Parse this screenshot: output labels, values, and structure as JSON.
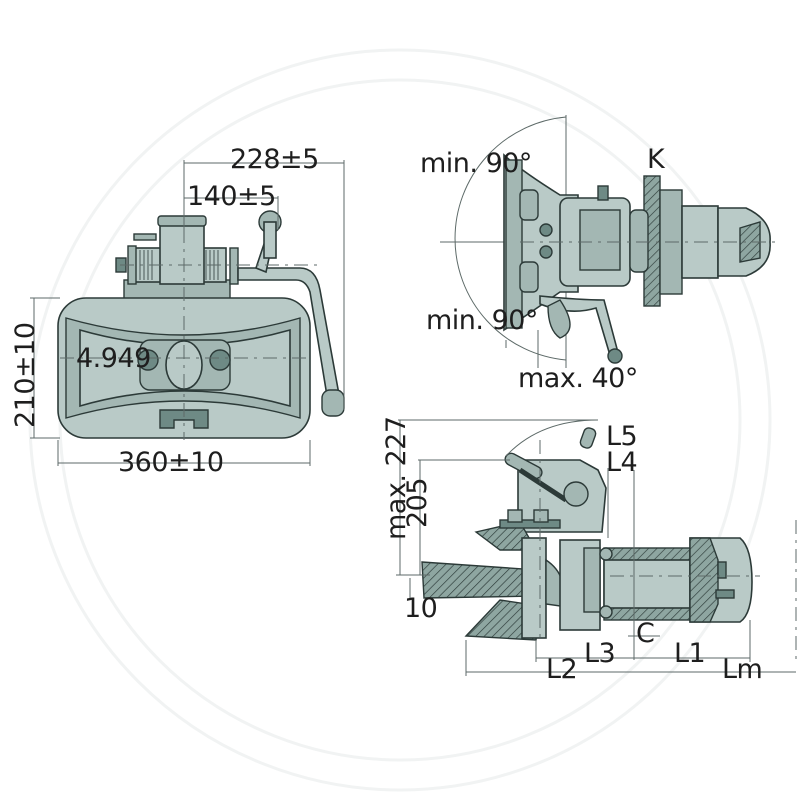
{
  "diagram": {
    "subject": "Trailer coupling dimensional drawing",
    "colors": {
      "body_fill": "#b9cac7",
      "outline": "#2c3a38",
      "dim_line": "#5d6a68",
      "text": "#1e1e1e"
    },
    "front_view": {
      "dim_width_top": "228±5",
      "dim_width_handle": "140±5",
      "dim_height": "210±10",
      "dim_width_bottom": "360±10",
      "center_label": "4.949"
    },
    "top_view": {
      "angle_upper": "min. 90°",
      "angle_lower": "min. 90°",
      "angle_max": "max. 40°",
      "label_k": "K"
    },
    "side_view": {
      "dim_max_height": "max. 227",
      "dim_height": "205",
      "dim_offset": "10",
      "labels": {
        "l5": "L5",
        "l4": "L4",
        "l3": "L3",
        "l2": "L2",
        "l1": "L1",
        "c": "C",
        "lm": "Lm"
      }
    }
  }
}
